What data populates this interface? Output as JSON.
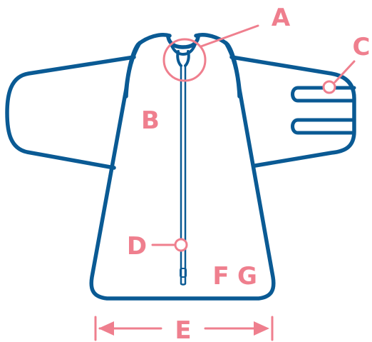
{
  "colors": {
    "outline": "#0a5a94",
    "callout": "#ef7f8e",
    "background": "#ffffff"
  },
  "labels": {
    "a": "A",
    "b": "B",
    "c": "C",
    "d": "D",
    "e": "E",
    "f": "F",
    "g": "G"
  }
}
